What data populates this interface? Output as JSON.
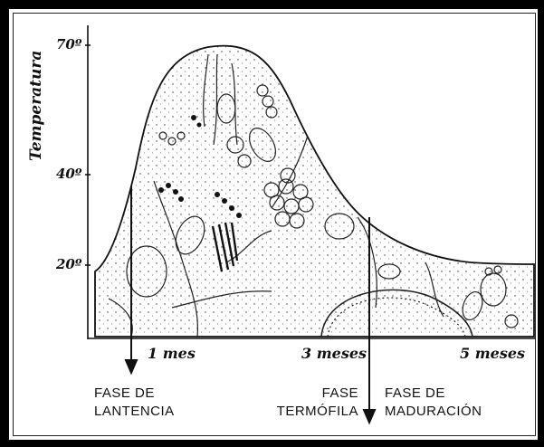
{
  "diagram": {
    "y_axis_label": "Temperatura",
    "y_ticks": [
      "70º",
      "40º",
      "20º"
    ],
    "x_ticks": [
      "1 mes",
      "3 meses",
      "5 meses"
    ],
    "phases": [
      {
        "line1": "FASE DE",
        "line2": "LANTENCIA"
      },
      {
        "line1": "FASE",
        "line2": "TERMÓFILA"
      },
      {
        "line1": "FASE DE",
        "line2": "MADURACIÓN"
      }
    ]
  }
}
